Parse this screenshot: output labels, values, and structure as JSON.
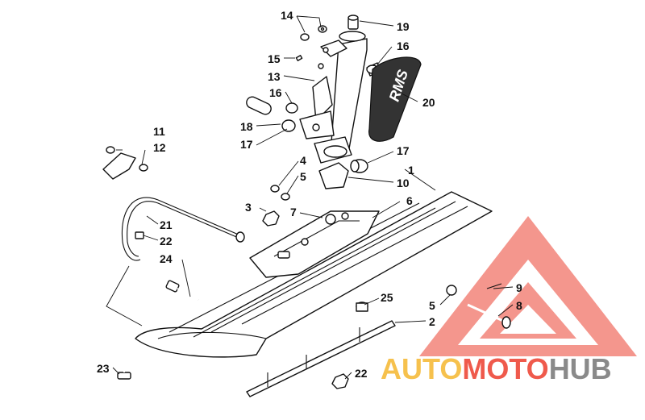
{
  "callouts": {
    "c1": "1",
    "c2": "2",
    "c3": "3",
    "c4": "4",
    "c5a": "5",
    "c5b": "5",
    "c6": "6",
    "c7": "7",
    "c8": "8",
    "c9": "9",
    "c10": "10",
    "c11": "11",
    "c12": "12",
    "c13": "13",
    "c14": "14",
    "c15": "15",
    "c16a": "16",
    "c16b": "16",
    "c17a": "17",
    "c17b": "17",
    "c18": "18",
    "c19": "19",
    "c20": "20",
    "c21": "21",
    "c22a": "22",
    "c22b": "22",
    "c23": "23",
    "c24": "24",
    "c25": "25"
  },
  "decal_text": "RMS",
  "watermark": {
    "part1": "AUTO",
    "part2": "MOTO",
    "part3": "HUB"
  },
  "colors": {
    "line": "#111111",
    "watermark_triangle": "#ef5a4c",
    "watermark_auto": "#f6c14d",
    "watermark_moto": "#ef5a4c",
    "watermark_hub": "#8a8a8a",
    "decal_fill": "#333333"
  }
}
